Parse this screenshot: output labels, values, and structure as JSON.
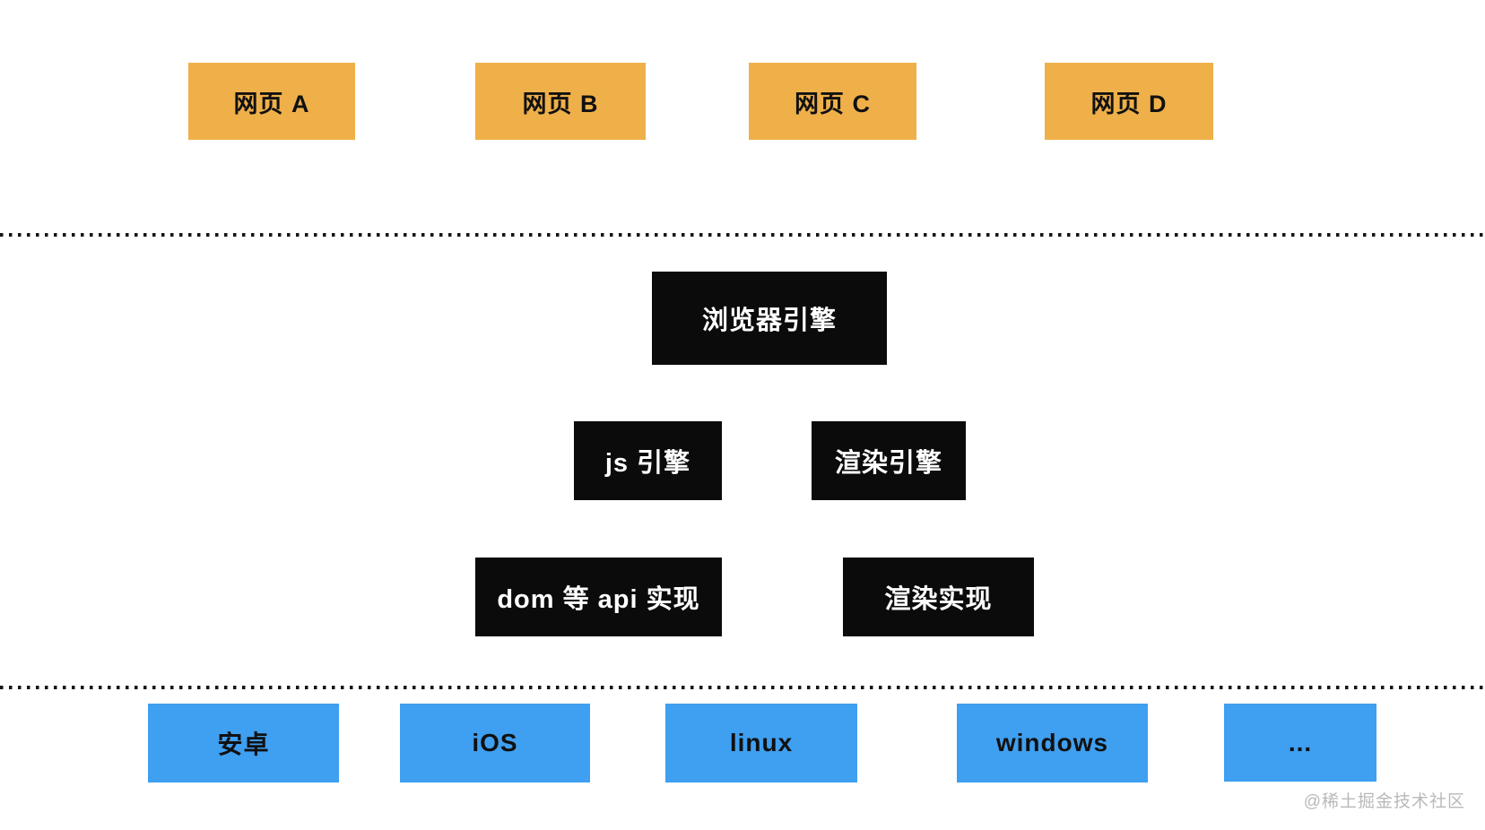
{
  "diagram": {
    "web_pages": [
      {
        "label": "网页 A"
      },
      {
        "label": "网页 B"
      },
      {
        "label": "网页 C"
      },
      {
        "label": "网页 D"
      }
    ],
    "browser_engine": {
      "label": "浏览器引擎"
    },
    "sub_engines": [
      {
        "label": "js 引擎"
      },
      {
        "label": "渲染引擎"
      }
    ],
    "implementations": [
      {
        "label": "dom 等 api 实现"
      },
      {
        "label": "渲染实现"
      }
    ],
    "platforms": [
      {
        "label": "安卓"
      },
      {
        "label": "iOS"
      },
      {
        "label": "linux"
      },
      {
        "label": "windows"
      },
      {
        "label": "..."
      }
    ],
    "watermark": "@稀土掘金技术社区"
  },
  "colors": {
    "web_page_box": "#efb04a",
    "engine_box": "#0b0b0b",
    "engine_text": "#ffffff",
    "platform_box": "#3f9ff0",
    "box_text": "#111111",
    "divider": "#161616",
    "watermark_text": "#b9b9b9"
  }
}
